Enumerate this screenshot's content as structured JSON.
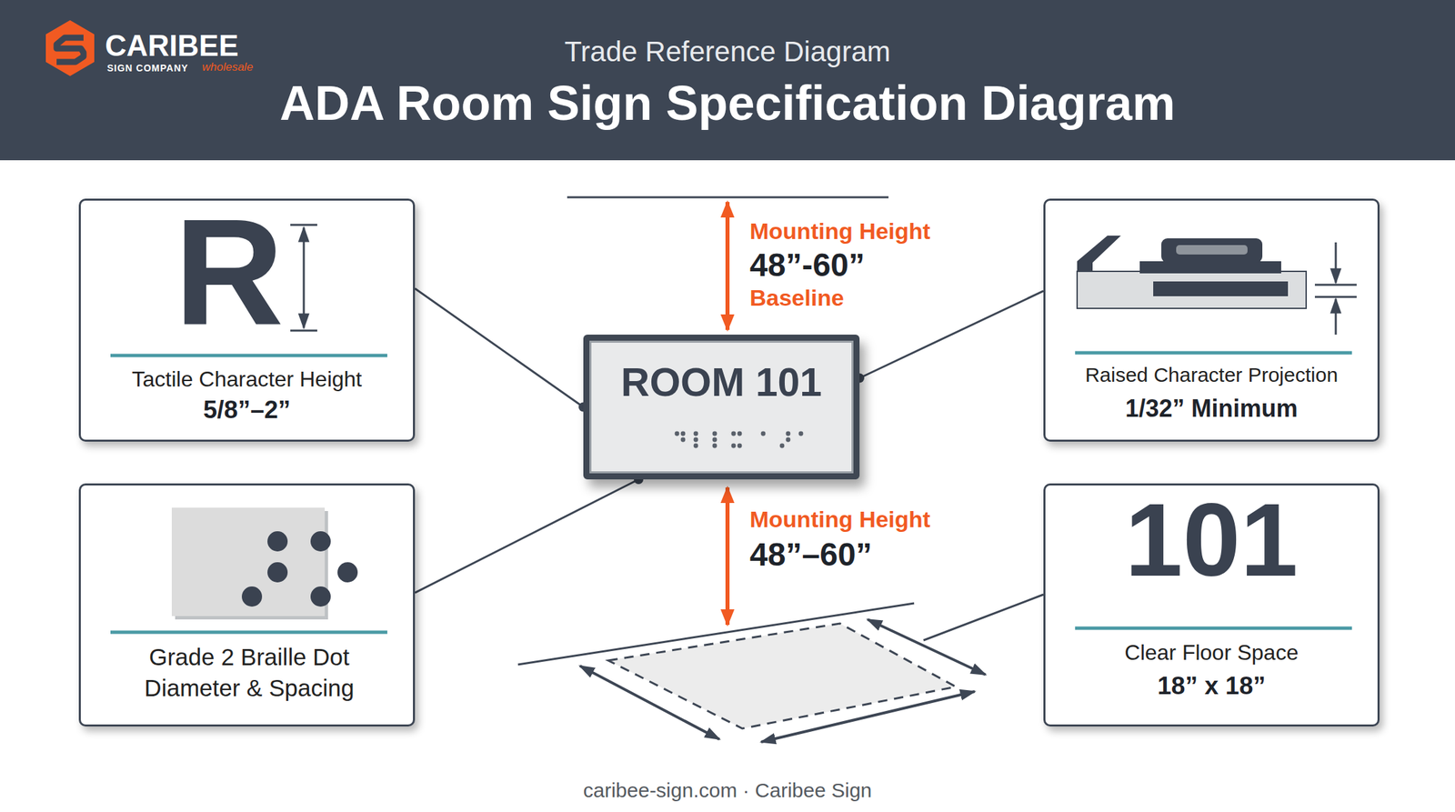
{
  "diagram": {
    "title": "ADA Room Sign Specification Diagram",
    "nodes": [
      {
        "text": [
          "R",
          "Tactile Character Height",
          "5/8”–2”"
        ]
      },
      {
        "text": [
          "ROOM 101"
        ]
      },
      {
        "text": [
          "Raised Character Projection",
          "1/32” Minimum"
        ]
      },
      {
        "text": [
          "Grade 2 Braille Dot Diameter & Spacing"
        ]
      },
      {
        "text": [
          "101",
          "Clear Floor Space",
          "18” x 18”"
        ]
      }
    ],
    "edges": [
      {
        "from": 0,
        "to": 1,
        "arrow": "none"
      },
      {
        "from": 2,
        "to": 1,
        "arrow": "none"
      },
      {
        "from": 3,
        "to": 1,
        "arrow": "none"
      }
    ],
    "labels": [
      "CARIBEE",
      "SIGN COMPANY",
      "wholesale",
      "Trade Reference Diagram",
      "Mounting Height",
      "48”-60”",
      "Baseline",
      "Mounting Height",
      "48”–60”",
      "caribee-sign.com · Caribee Sign"
    ]
  }
}
